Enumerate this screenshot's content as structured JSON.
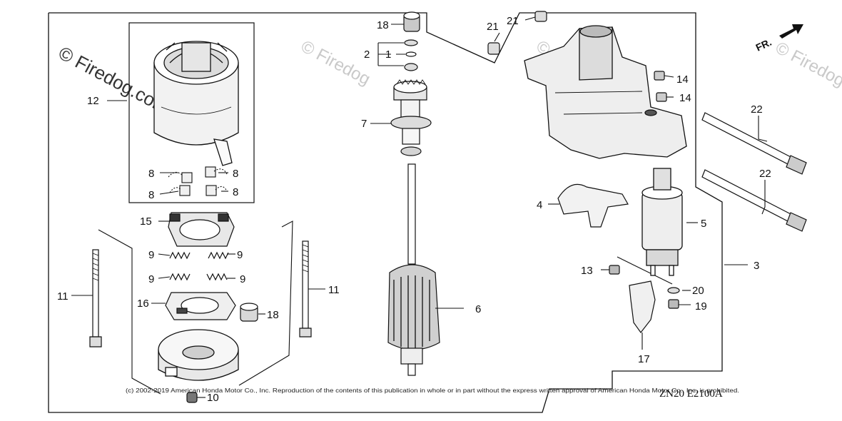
{
  "watermark": {
    "brand": "© Firedog.com",
    "short": "© Firedog"
  },
  "direction_indicator": "FR.",
  "diagram_code": "ZN20 E2100A",
  "copyright_notice": "(c) 2002-2019 American Honda Motor Co., Inc. Reproduction of the contents of this publication in whole or in part without the express written approval of American Honda Motor Co., Inc. is prohibited.",
  "callouts": {
    "c1": "1",
    "c2": "2",
    "c3": "3",
    "c4": "4",
    "c5": "5",
    "c6": "6",
    "c7": "7",
    "c8a": "8",
    "c8b": "8",
    "c8c": "8",
    "c8d": "8",
    "c9a": "9",
    "c9b": "9",
    "c9c": "9",
    "c9d": "9",
    "c10": "10",
    "c11a": "11",
    "c11b": "11",
    "c12": "12",
    "c13": "13",
    "c14a": "14",
    "c14b": "14",
    "c15": "15",
    "c16": "16",
    "c17": "17",
    "c18a": "18",
    "c18b": "18",
    "c19": "19",
    "c20": "20",
    "c21a": "21",
    "c21b": "21",
    "c22a": "22",
    "c22b": "22"
  }
}
